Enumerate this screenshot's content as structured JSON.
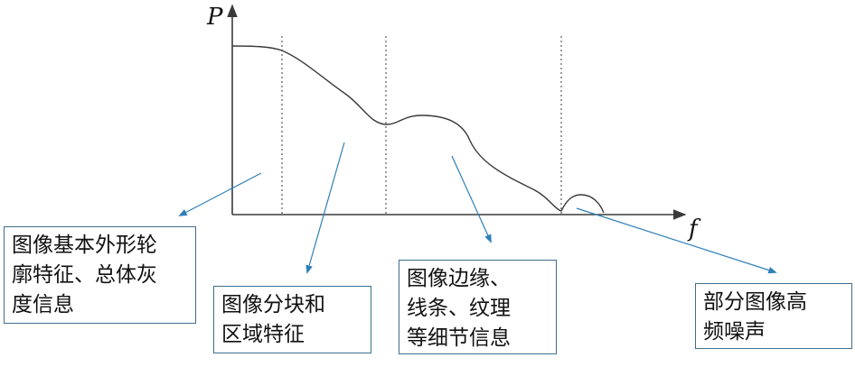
{
  "axes": {
    "y_label": "P",
    "x_label": "f"
  },
  "boxes": [
    {
      "lines": [
        "图像基本外形轮",
        "廓特征、总体灰",
        "度信息"
      ]
    },
    {
      "lines": [
        "图像分块和",
        "区域特征"
      ]
    },
    {
      "lines": [
        "图像边缘、",
        "线条、纹理",
        "等细节信息"
      ]
    },
    {
      "lines": [
        "部分图像高",
        "频噪声"
      ]
    }
  ],
  "colors": {
    "axis": "#3a3a3a",
    "curve": "#3a3a3a",
    "arrow": "#2e7fb8",
    "box_border": "#3d6f8f"
  }
}
